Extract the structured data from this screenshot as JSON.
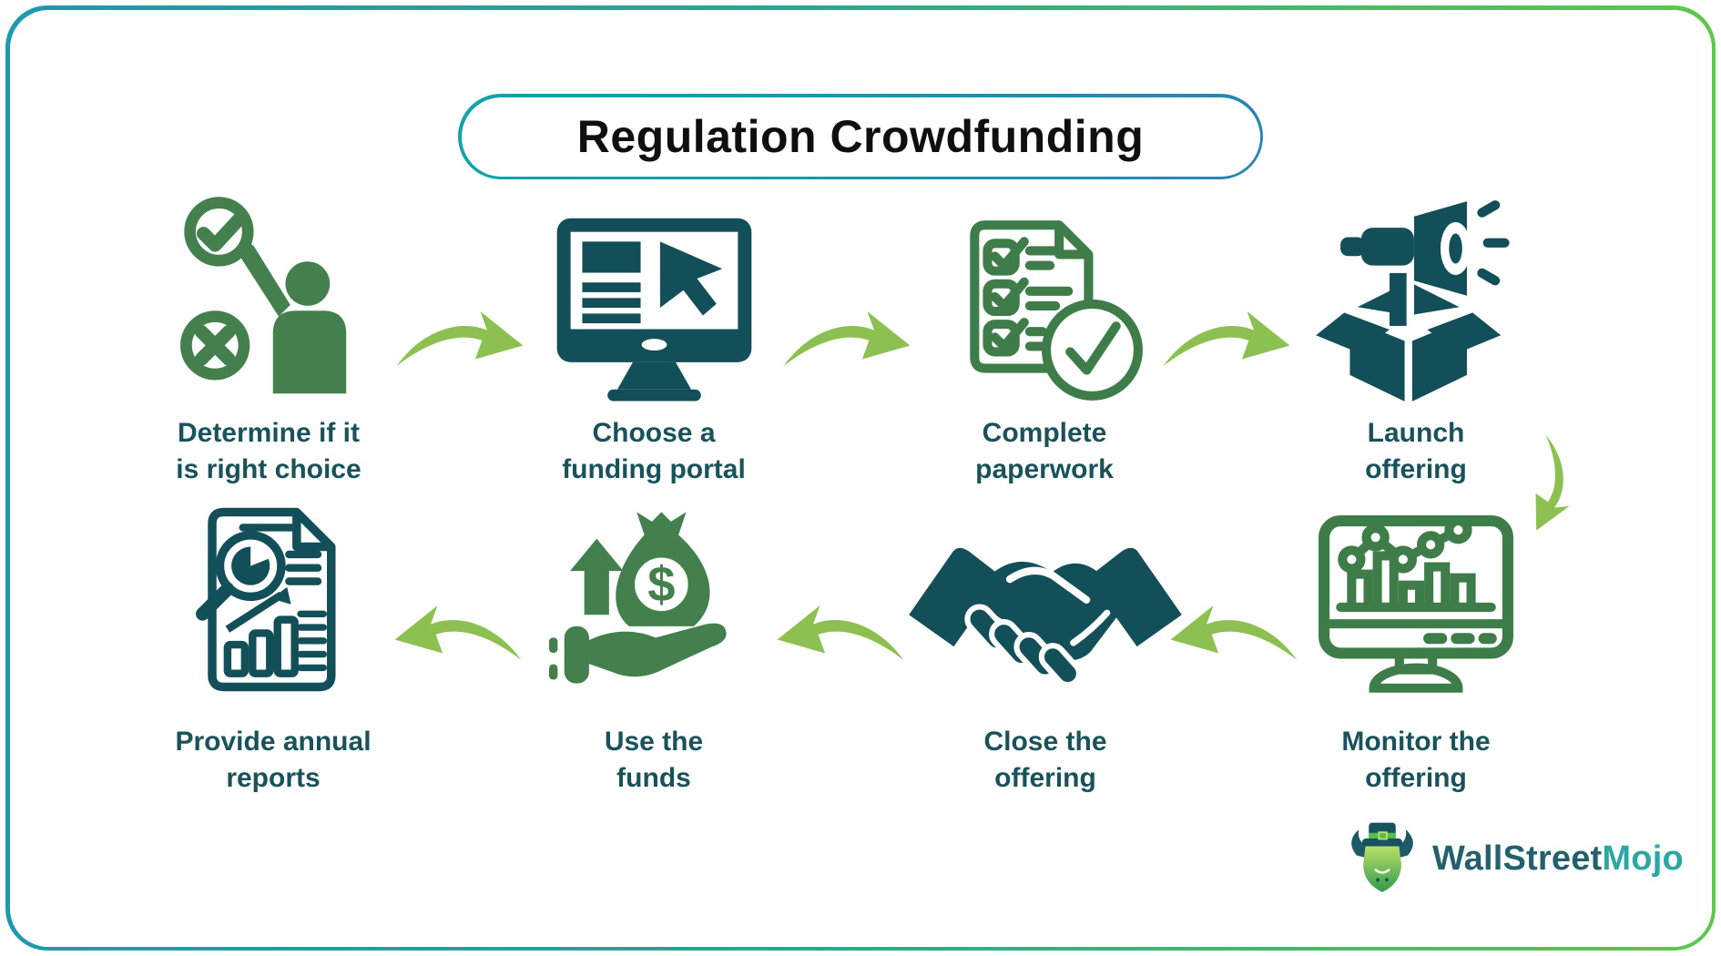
{
  "title": "Regulation Crowdfunding",
  "steps": [
    {
      "line1": "Determine if it",
      "line2": "is right choice",
      "icon": "person-choice-icon"
    },
    {
      "line1": "Choose a",
      "line2": "funding portal",
      "icon": "funding-portal-monitor-icon"
    },
    {
      "line1": "Complete",
      "line2": "paperwork",
      "icon": "paperwork-checklist-icon"
    },
    {
      "line1": "Launch",
      "line2": "offering",
      "icon": "launch-box-megaphone-icon"
    },
    {
      "line1": "Monitor the",
      "line2": "offering",
      "icon": "monitor-analytics-icon"
    },
    {
      "line1": "Close the",
      "line2": "offering",
      "icon": "handshake-icon"
    },
    {
      "line1": "Use the",
      "line2": "funds",
      "icon": "money-bag-hand-icon"
    },
    {
      "line1": "Provide annual",
      "line2": "reports",
      "icon": "annual-report-icon"
    }
  ],
  "icons": {
    "dollar_symbol": "$"
  },
  "logo": {
    "text_primary": "WallStreet",
    "text_secondary": "Mojo"
  },
  "colors": {
    "frame_gradient_left": "#1d9aac",
    "frame_gradient_right": "#5ec74d",
    "title_pill_border": "#12a3a8",
    "title_text": "#0f0f0f",
    "label_text": "#19525a",
    "icon_dark_teal": "#134f58",
    "icon_green": "#44804d",
    "icon_green_outline": "#3e7d4a",
    "arrow_green": "#8cc152",
    "logo_primary": "#24606c",
    "logo_secondary": "#2ba8a3"
  }
}
